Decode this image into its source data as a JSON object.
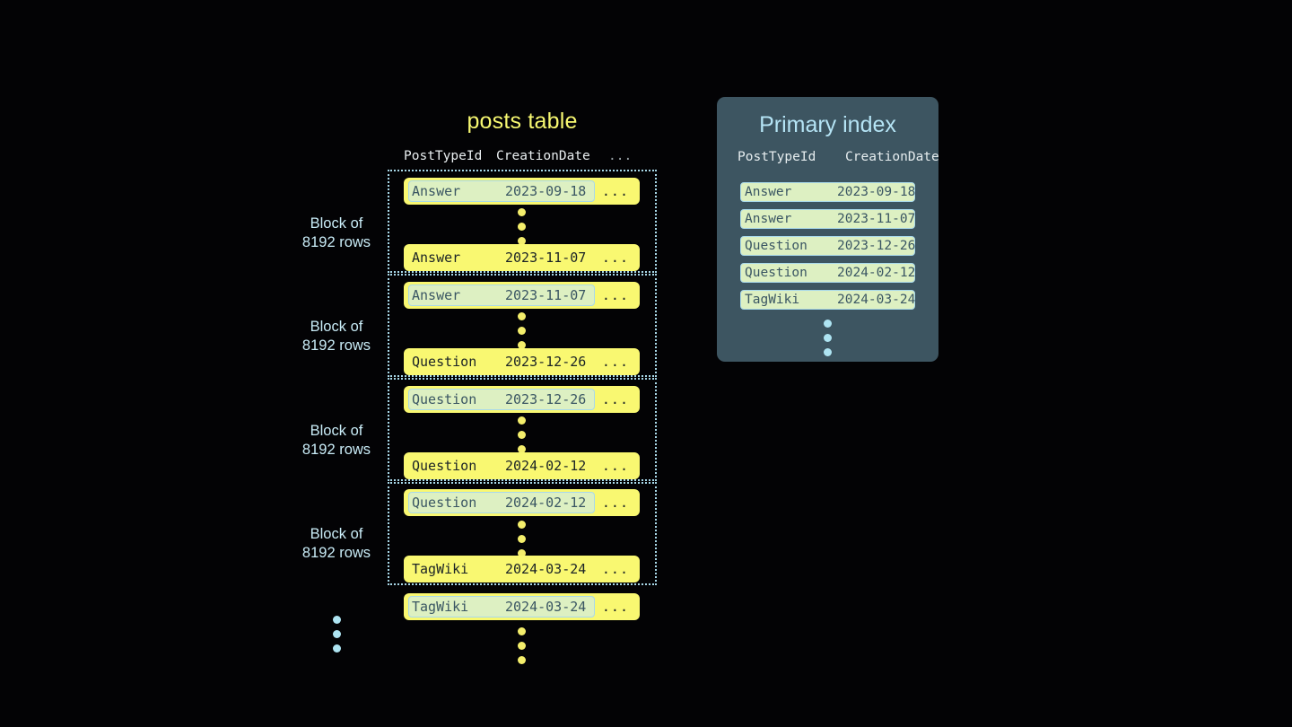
{
  "posts_table": {
    "title": "posts table",
    "columns": [
      "PostTypeId",
      "CreationDate",
      "..."
    ],
    "row_ellipsis": "...",
    "blocks": [
      {
        "label_line1": "Block of",
        "label_line2": "8192 rows",
        "first_row": {
          "type": "Answer",
          "date": "2023-09-18",
          "highlight": true
        },
        "last_row": {
          "type": "Answer",
          "date": "2023-11-07",
          "highlight": false
        }
      },
      {
        "label_line1": "Block of",
        "label_line2": "8192 rows",
        "first_row": {
          "type": "Answer",
          "date": "2023-11-07",
          "highlight": true
        },
        "last_row": {
          "type": "Question",
          "date": "2023-12-26",
          "highlight": false
        }
      },
      {
        "label_line1": "Block of",
        "label_line2": "8192 rows",
        "first_row": {
          "type": "Question",
          "date": "2023-12-26",
          "highlight": true
        },
        "last_row": {
          "type": "Question",
          "date": "2024-02-12",
          "highlight": false
        }
      },
      {
        "label_line1": "Block of",
        "label_line2": "8192 rows",
        "first_row": {
          "type": "Question",
          "date": "2024-02-12",
          "highlight": true
        },
        "last_row": {
          "type": "TagWiki",
          "date": "2024-03-24",
          "highlight": false
        }
      }
    ],
    "trailing_row": {
      "type": "TagWiki",
      "date": "2024-03-24",
      "highlight": true
    }
  },
  "primary_index": {
    "title": "Primary index",
    "columns": [
      "PostTypeId",
      "CreationDate"
    ],
    "rows": [
      {
        "type": "Answer",
        "date": "2023-09-18"
      },
      {
        "type": "Answer",
        "date": "2023-11-07"
      },
      {
        "type": "Question",
        "date": "2023-12-26"
      },
      {
        "type": "Question",
        "date": "2024-02-12"
      },
      {
        "type": "TagWiki",
        "date": "2024-03-24"
      }
    ]
  },
  "colors": {
    "background": "#030305",
    "row_yellow": "#f9f871",
    "highlight_green": "#ddf0c2",
    "highlight_border": "#a9d9ea",
    "panel_slate": "#3d5561",
    "accent_blue": "#aee4f2",
    "accent_yellow": "#f4ee6b",
    "title_yellow": "#f7f871",
    "title_blue": "#b5e4f5"
  }
}
